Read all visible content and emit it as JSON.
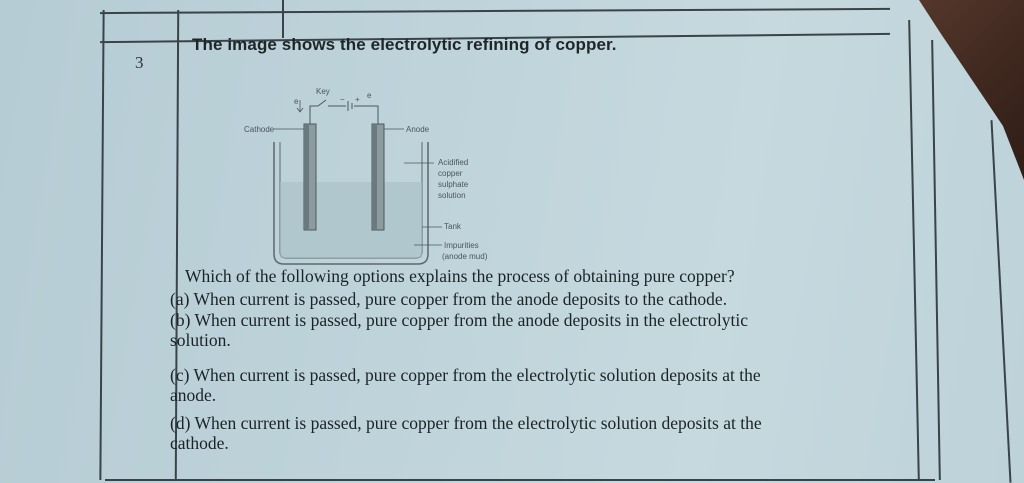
{
  "document": {
    "question_number": "3",
    "title": "The image shows the electrolytic refining of copper.",
    "diagram": {
      "labels": {
        "key": "Key",
        "electron": "e",
        "minus": "−",
        "plus": "+",
        "electron_right": "e",
        "cathode": "Cathode",
        "anode": "Anode",
        "solution": [
          "Acidified",
          "copper",
          "sulphate",
          "solution"
        ],
        "tank": "Tank",
        "impurities": [
          "Impurities",
          "(anode mud)"
        ]
      }
    },
    "question": "Which of the following options explains the process of obtaining pure copper?",
    "options": [
      {
        "label": "(a)",
        "text": "When current is passed, pure copper from the anode deposits to the cathode."
      },
      {
        "label": "(b)",
        "text": "When current is passed, pure copper from the anode deposits in the electrolytic",
        "continuation": "solution."
      },
      {
        "label": "(c)",
        "text": "When current is passed, pure copper from the electrolytic solution deposits at the",
        "continuation": "anode."
      },
      {
        "label": "(d)",
        "text": "When current is passed, pure copper from the electrolytic solution deposits at the",
        "continuation": "cathode."
      }
    ]
  }
}
